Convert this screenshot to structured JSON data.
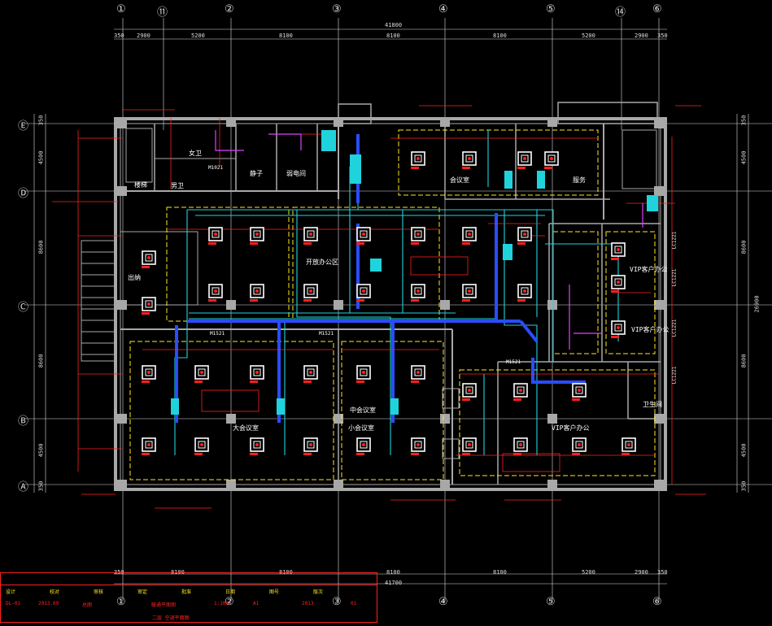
{
  "drawing": {
    "top_axes": [
      "①",
      "⑪",
      "②",
      "③",
      "④",
      "⑤",
      "⑭",
      "⑥"
    ],
    "bottom_axes": [
      "①",
      "②",
      "③",
      "④",
      "⑤",
      "⑥"
    ],
    "left_axes": [
      "Ⓔ",
      "Ⓓ",
      "Ⓒ",
      "Ⓑ",
      "Ⓐ"
    ],
    "top_total": "41800",
    "top_dims": [
      "350",
      "2900",
      "5200",
      "8100",
      "8100",
      "8100",
      "5200",
      "2900",
      "350"
    ],
    "bottom_total": "41700",
    "bottom_dims": [
      "350",
      "8100",
      "8100",
      "8100",
      "8100",
      "5200",
      "2900",
      "350"
    ],
    "left_dims": [
      "350",
      "4500",
      "8600",
      "8600",
      "4500",
      "350"
    ],
    "right_dims": [
      "350",
      "4500",
      "8600",
      "8600",
      "4500",
      "350"
    ],
    "right_total": "26900",
    "room_labels": {
      "nv_wei": "女卫",
      "nan_wei": "男卫",
      "jing_zi": "静子",
      "lou_ti_jian": "楼梯",
      "ruo_dian": "弱电间",
      "hui_yi": "会议室",
      "fu_wu": "服务",
      "kai_fang_ban_gong": "开放办公区",
      "da_hui_yi": "大会议室",
      "zhong_hui_yi": "中会议室",
      "xiao_hui_yi": "小会议室",
      "vip1": "VIP客户办公",
      "vip2": "VIP客户办公",
      "vip3": "VIP客户办公",
      "wei_sheng": "卫生间",
      "chu_na": "出纳"
    },
    "door_tags": [
      "M1021",
      "M1521",
      "M1521",
      "M1521"
    ],
    "side_tags": [
      "LC1221",
      "LC1221",
      "LC1221",
      "LC1221"
    ],
    "title_block": {
      "row1": [
        "设计",
        "校对",
        "审核",
        "审定",
        "批准",
        "日期",
        "图号",
        "版次"
      ],
      "row2": [
        "DL-01",
        "2013.09",
        "总图",
        "暖通平面图",
        "1:100",
        "A1",
        "2013",
        "01"
      ],
      "drawing_title": "二层 空调平面图"
    }
  },
  "colors": {
    "wall": "#a8a8a8",
    "duct_blue": "#2a4dff",
    "pipe_cyan": "#1fd3dd",
    "red": "#ff2020",
    "yellow": "#ffe81a",
    "white": "#ffffff",
    "magenta": "#e040ff"
  }
}
